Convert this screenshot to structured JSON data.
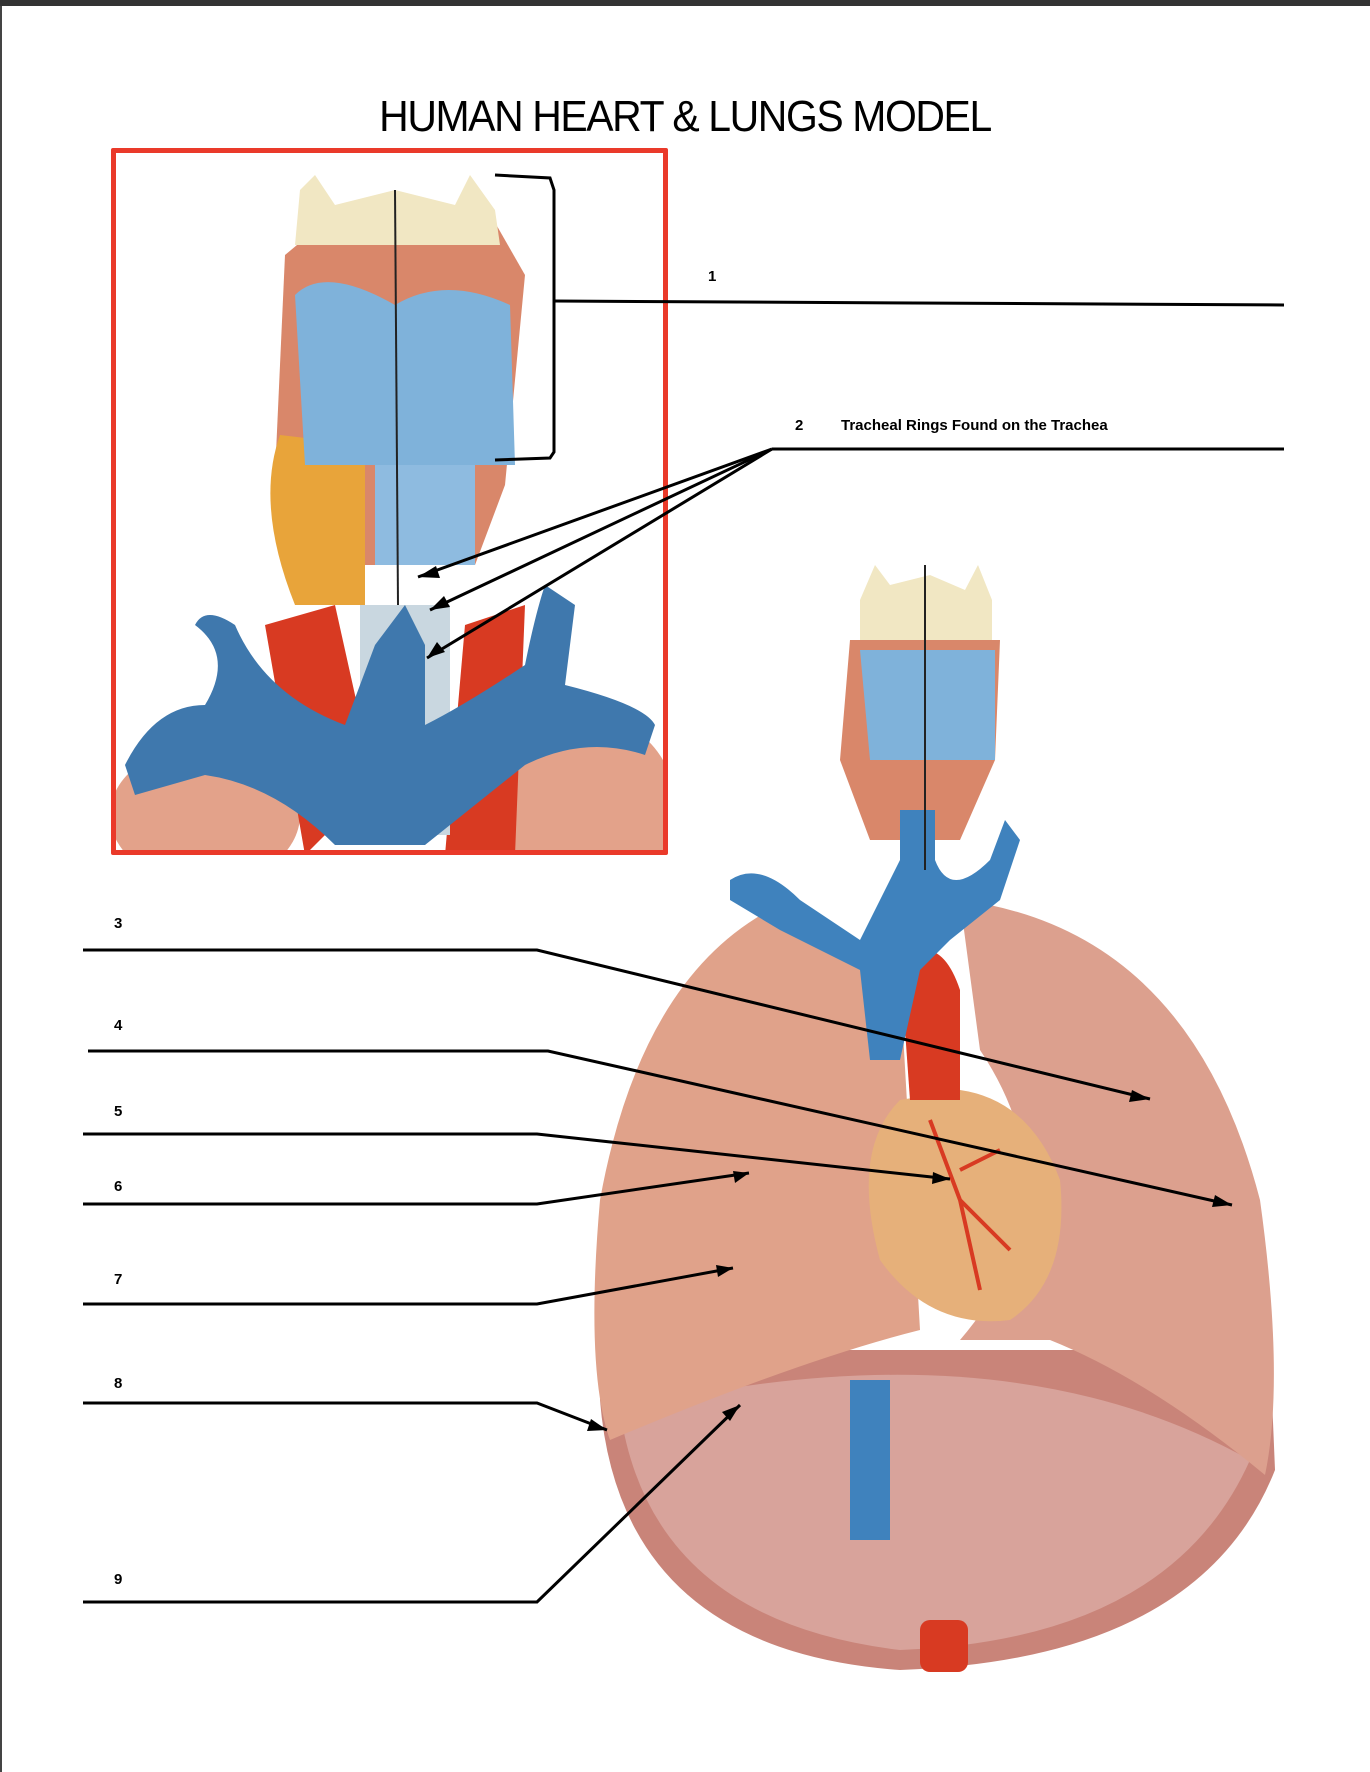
{
  "title": "HUMAN HEART & LUNGS MODEL",
  "colors": {
    "inset_border": "#ea3a2a",
    "leader_lines": "#000000"
  },
  "labels": [
    {
      "number": "1",
      "text": ""
    },
    {
      "number": "2",
      "text": "Tracheal Rings Found on the Trachea"
    },
    {
      "number": "3",
      "text": ""
    },
    {
      "number": "4",
      "text": ""
    },
    {
      "number": "5",
      "text": ""
    },
    {
      "number": "6",
      "text": ""
    },
    {
      "number": "7",
      "text": ""
    },
    {
      "number": "8",
      "text": ""
    },
    {
      "number": "9",
      "text": ""
    }
  ],
  "images": {
    "inset": "larynx-trachea-closeup-photo",
    "main": "heart-lungs-model-photo"
  }
}
